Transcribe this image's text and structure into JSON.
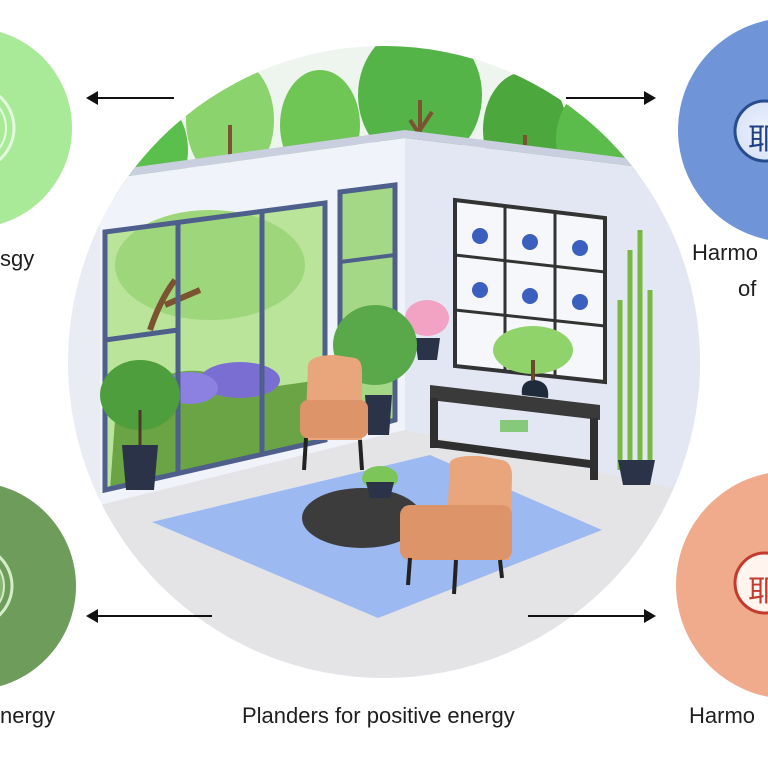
{
  "labels": {
    "top_left": "sgy",
    "top_right_line1": "Harmo",
    "top_right_line2": "of",
    "bottom_left": "nergy",
    "bottom_right": "Harmo",
    "center_caption": "Planders for positive energy"
  },
  "seal_glyph": "耶",
  "colors": {
    "top_left_circle": "#a8ea98",
    "bottom_left_circle": "#6e9c5a",
    "top_right_circle": "#6f95d8",
    "bottom_right_circle": "#efab8c",
    "room_background": "#e9ecf3",
    "rug": "#9cb9f1",
    "chair": "#e9a67c"
  },
  "icons": [
    "left-arrow-icon",
    "right-arrow-icon",
    "seal-icon",
    "plant-icon",
    "bonsai-icon",
    "bamboo-icon"
  ]
}
